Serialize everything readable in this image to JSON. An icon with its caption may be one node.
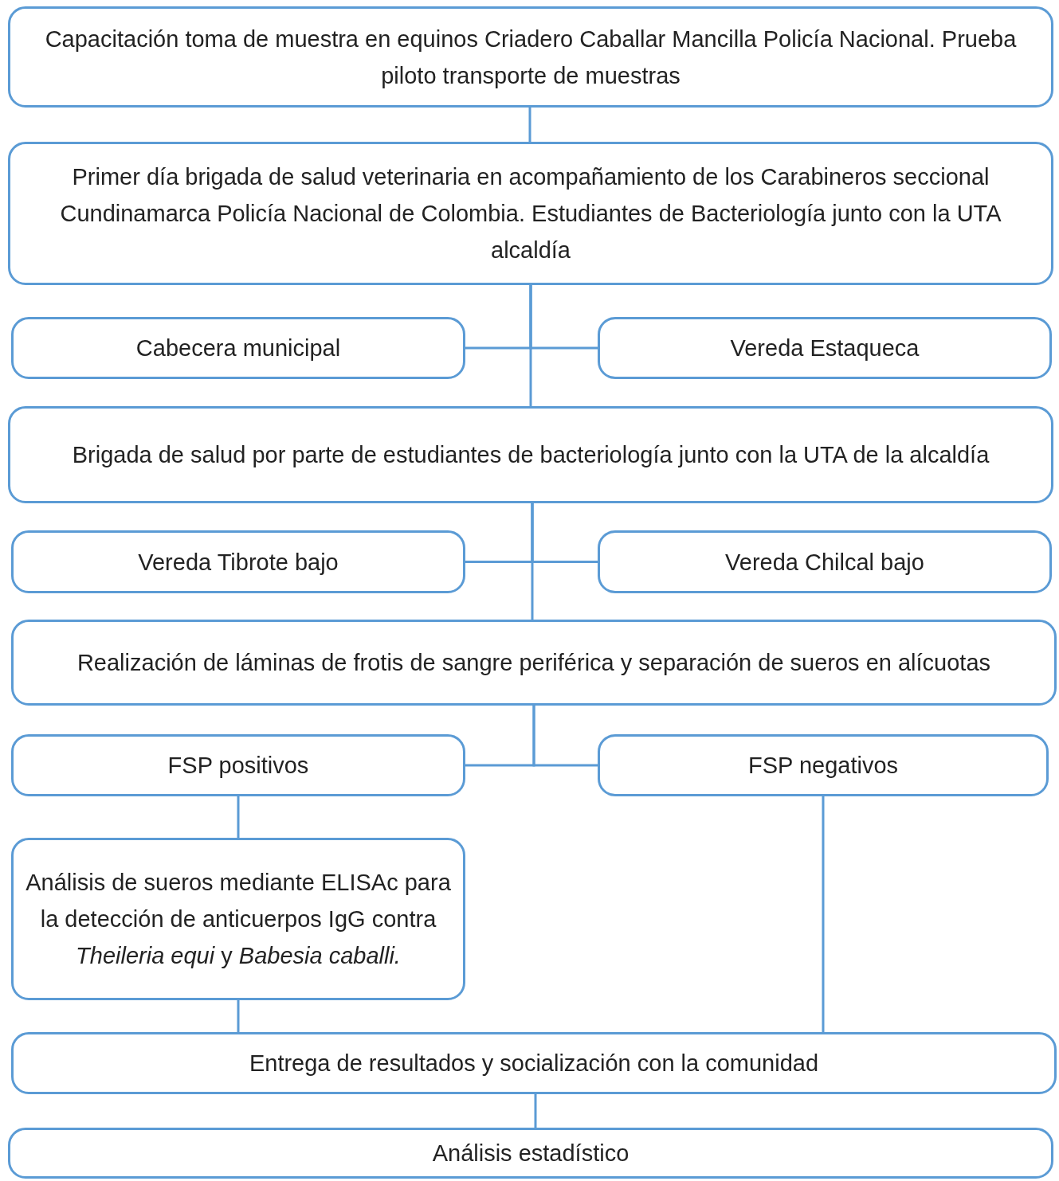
{
  "diagram": {
    "nodes": [
      {
        "text": [
          "Capacitación toma de muestra en equinos Criadero Caballar Mancilla Policía Nacional. Prueba piloto transporte de muestras"
        ]
      },
      {
        "text": [
          "Primer día brigada de salud veterinaria en acompañamiento de los Carabineros seccional Cundinamarca Policía Nacional de Colombia. Estudiantes de Bacteriología junto con la UTA alcaldía"
        ]
      },
      {
        "text": [
          "Cabecera municipal"
        ]
      },
      {
        "text": [
          "Vereda Estaqueca"
        ]
      },
      {
        "text": [
          "Brigada de salud por parte de estudiantes de bacteriología junto con la UTA de la alcaldía"
        ]
      },
      {
        "text": [
          "Vereda Tibrote bajo"
        ]
      },
      {
        "text": [
          "Vereda Chilcal bajo"
        ]
      },
      {
        "text": [
          "Realización de láminas de frotis de sangre periférica y separación de sueros en alícuotas"
        ]
      },
      {
        "text": [
          "FSP positivos"
        ]
      },
      {
        "text": [
          "FSP negativos"
        ]
      },
      {
        "text": [
          "Análisis de sueros mediante ELISAc para la detección de anticuerpos IgG contra *Theileria equi* y *Babesia caballi.*"
        ]
      },
      {
        "text": [
          "Entrega de resultados y socialización con la comunidad"
        ]
      },
      {
        "text": [
          "Análisis estadístico"
        ]
      }
    ],
    "edges": [
      {
        "from": 0,
        "to": 1,
        "arrow": "none"
      },
      {
        "from": 1,
        "to": 4,
        "arrow": "none"
      },
      {
        "from": 1,
        "to": 2,
        "arrow": "none"
      },
      {
        "from": 1,
        "to": 3,
        "arrow": "none"
      },
      {
        "from": 4,
        "to": 7,
        "arrow": "none"
      },
      {
        "from": 4,
        "to": 5,
        "arrow": "none"
      },
      {
        "from": 4,
        "to": 6,
        "arrow": "none"
      },
      {
        "from": 7,
        "to": 8,
        "arrow": "none"
      },
      {
        "from": 7,
        "to": 9,
        "arrow": "none"
      },
      {
        "from": 8,
        "to": 10,
        "arrow": "none"
      },
      {
        "from": 10,
        "to": 11,
        "arrow": "none"
      },
      {
        "from": 9,
        "to": 11,
        "arrow": "none"
      },
      {
        "from": 11,
        "to": 12,
        "arrow": "none"
      }
    ]
  }
}
